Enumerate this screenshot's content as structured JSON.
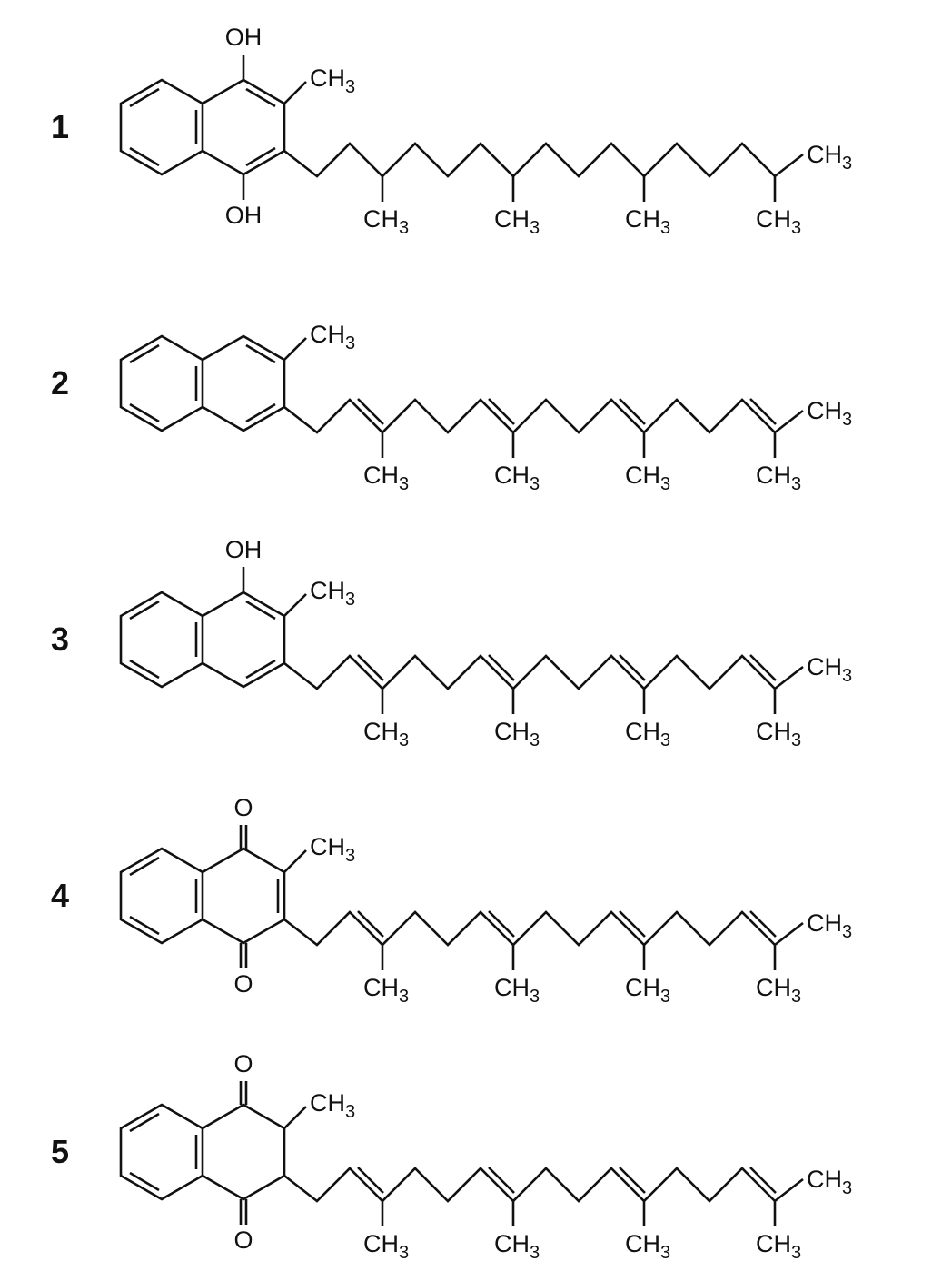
{
  "colors": {
    "ink": "#111111",
    "background": "#ffffff"
  },
  "labels": {
    "ch": "CH",
    "sub3": "3"
  },
  "molecules": [
    {
      "number": "1",
      "top_label": "OH",
      "bottom_label": "OH"
    },
    {
      "number": "2"
    },
    {
      "number": "3",
      "top_label": "OH"
    },
    {
      "number": "4",
      "top_label": "O",
      "bottom_label": "O"
    },
    {
      "number": "5",
      "top_label": "O",
      "bottom_label": "O"
    }
  ]
}
